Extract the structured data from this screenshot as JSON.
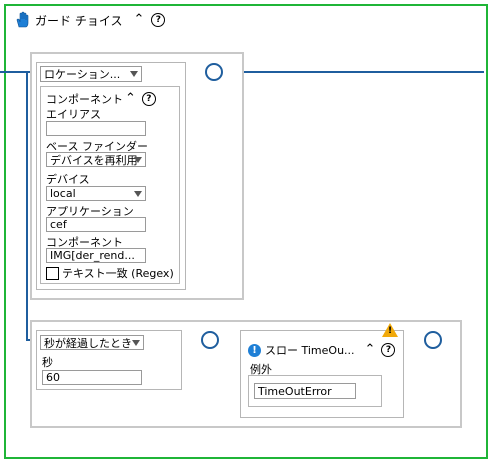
{
  "header": {
    "title": "ガード チョイス",
    "collapse_glyph": "⌃",
    "help_glyph": "?"
  },
  "location_selector": {
    "selected": "ロケーション..."
  },
  "component_panel": {
    "title": "コンポーネント",
    "alias_label": "エイリアス",
    "alias_value": "",
    "base_finder_label": "ベース ファインダー",
    "base_finder_selected": "デバイスを再利用",
    "device_label": "デバイス",
    "device_selected": "local",
    "application_label": "アプリケーション",
    "application_value": "cef",
    "component_label": "コンポーネント",
    "component_value": "IMG[der_rend...",
    "regex_label": "テキスト一致 (Regex)"
  },
  "timeout_selector": {
    "selected": "秒が経過したとき",
    "seconds_label": "秒",
    "seconds_value": "60"
  },
  "throw_panel": {
    "info_glyph": "!",
    "warning_glyph": "!",
    "title": "スロー TimeOu...",
    "exception_label": "例外",
    "exception_value": "TimeOutError"
  },
  "colors": {
    "frame_border": "#1fb537",
    "wire": "#1f5e9e",
    "warning": "#f1a90a",
    "info": "#1e7fd6"
  }
}
